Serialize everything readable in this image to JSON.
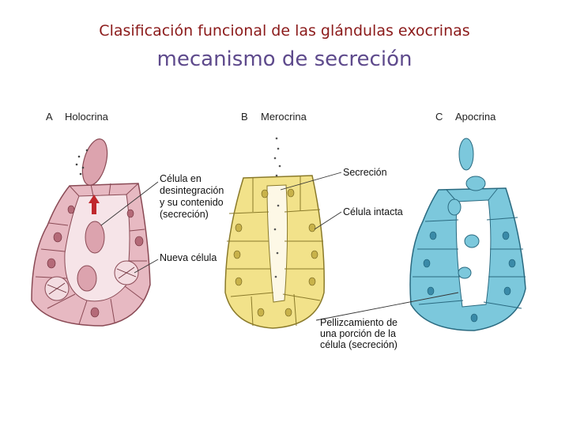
{
  "title": "Clasificación funcional de las glándulas exocrinas",
  "subtitle": "mecanismo de secreción",
  "colors": {
    "title": "#8b1a1a",
    "subtitle": "#5e4a8c",
    "holocrina": "#e7b9c2",
    "merocrina": "#f2e28a",
    "apocrina": "#7cc8dc"
  },
  "panels": [
    {
      "letter": "A",
      "label": "Holocrina"
    },
    {
      "letter": "B",
      "label": "Merocrina"
    },
    {
      "letter": "C",
      "label": "Apocrina"
    }
  ],
  "callouts": {
    "celula_desintegracion": [
      "Célula en",
      "desintegración",
      "y su contenido",
      "(secreción)"
    ],
    "nueva_celula": "Nueva célula",
    "secrecion": "Secreción",
    "celula_intacta": "Célula intacta",
    "pellizcamiento": [
      "Pellizcamiento de",
      "una porción de la",
      "célula (secreción)"
    ]
  }
}
